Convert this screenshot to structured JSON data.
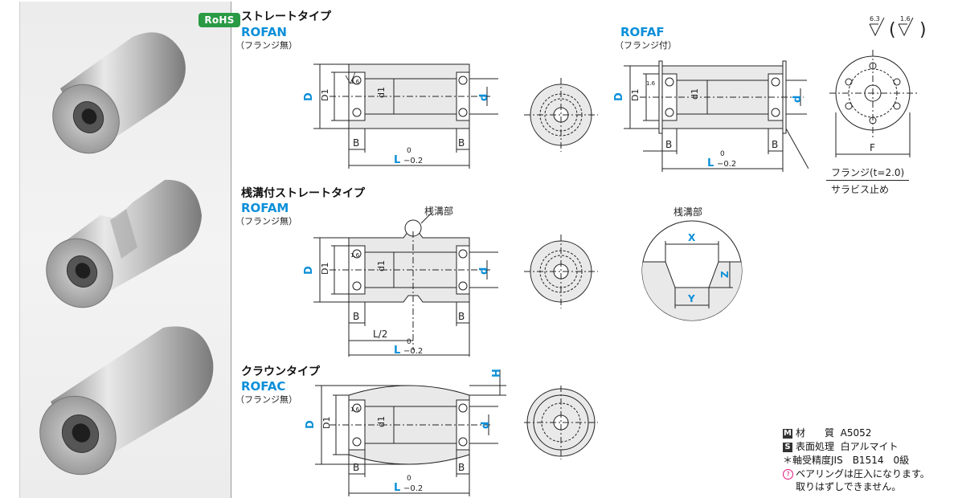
{
  "rohs_label": "RoHS",
  "surface_symbol": {
    "primary": "6.3",
    "secondary": "1.6"
  },
  "section_straight": {
    "title": "ストレートタイプ",
    "rofan": {
      "model": "ROFAN",
      "sub": "（フランジ無）"
    },
    "rofaf": {
      "model": "ROFAF",
      "sub": "（フランジ付）"
    },
    "flange_note_1": "フランジ(t=2.0)",
    "flange_note_2": "サラビス止め"
  },
  "section_groove": {
    "title": "桟溝付ストレートタイプ",
    "model": "ROFAM",
    "sub": "（フランジ無）",
    "groove_label": "桟溝部",
    "detail_title": "桟溝部",
    "half_length": "L/2"
  },
  "section_crown": {
    "title": "クラウンタイプ",
    "model": "ROFAC",
    "sub": "（フランジ無）"
  },
  "dims": {
    "D": "D",
    "D1": "D1",
    "d": "d",
    "d1": "d1",
    "B": "B",
    "L": "L",
    "tol_upper": "0",
    "tol_lower": "−0.2",
    "roughness": "1.6",
    "F": "F",
    "X": "X",
    "Y": "Y",
    "Z": "Z",
    "H": "H"
  },
  "specs": {
    "material_badge": "M",
    "material_label": "材　　質",
    "material_value": "A5052",
    "surface_badge": "S",
    "surface_label": "表面処理",
    "surface_value": "白アルマイト",
    "bearing_note": "＊軸受精度JIS　B1514　0級",
    "press_note_1": "ベアリングは圧入になります。",
    "press_note_2": "取りはずしできません。"
  }
}
